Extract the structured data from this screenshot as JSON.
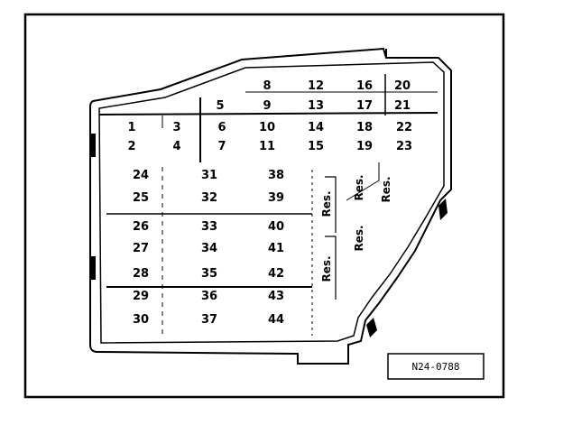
{
  "diagram": {
    "top_fuses": [
      [
        "5",
        "9",
        "13",
        "17",
        "21"
      ],
      [
        "8",
        "12",
        "16",
        "20"
      ]
    ],
    "main_rows": [
      [
        "1",
        "3",
        "6",
        "10",
        "14",
        "18",
        "22"
      ],
      [
        "2",
        "4",
        "7",
        "11",
        "15",
        "19",
        "23"
      ]
    ],
    "lower_fuses": {
      "col_a": [
        "24",
        "25",
        "26",
        "27",
        "28",
        "29",
        "30"
      ],
      "col_b": [
        "31",
        "32",
        "33",
        "34",
        "35",
        "36",
        "37"
      ],
      "col_c": [
        "38",
        "39",
        "40",
        "41",
        "42",
        "43",
        "44"
      ]
    },
    "reserve_label": "Res.",
    "code_label": "N24-0788"
  }
}
